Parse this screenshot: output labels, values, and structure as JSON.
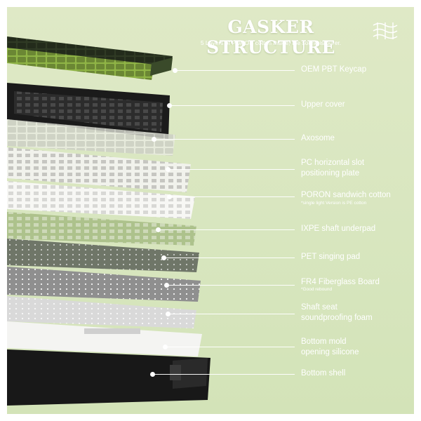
{
  "title": "GASKER STRUCTURE",
  "subtitle": "5 Layers of PORON cotton inside, the sound is purer.",
  "logo_icon": "sound-wave-icon",
  "layers": [
    {
      "label": "OEM PBT Keycap",
      "label2": "",
      "note": ""
    },
    {
      "label": "Upper cover",
      "label2": "",
      "note": ""
    },
    {
      "label": "Axosome",
      "label2": "",
      "note": ""
    },
    {
      "label": "PC horizontal slot",
      "label2": "positioning plate",
      "note": ""
    },
    {
      "label": "PORON sandwich cotton",
      "label2": "",
      "note": "*single light Version is PE cotton"
    },
    {
      "label": "IXPE shaft underpad",
      "label2": "",
      "note": ""
    },
    {
      "label": "PET singing pad",
      "label2": "",
      "note": ""
    },
    {
      "label": "FR4 Fiberglass Board",
      "label2": "",
      "note": "*Good rebound"
    },
    {
      "label": "Shaft seat",
      "label2": "soundproofing foam",
      "note": ""
    },
    {
      "label": "Bottom mold",
      "label2": "opening silicone",
      "note": ""
    },
    {
      "label": "Bottom shell",
      "label2": "",
      "note": ""
    }
  ],
  "colors": {
    "background": "#d8e6bf",
    "keycap_dark": "#2f3a24",
    "keycap_green": "#8fb446",
    "frame_black": "#1b1b1b",
    "plate_white": "#f3f3f0"
  }
}
